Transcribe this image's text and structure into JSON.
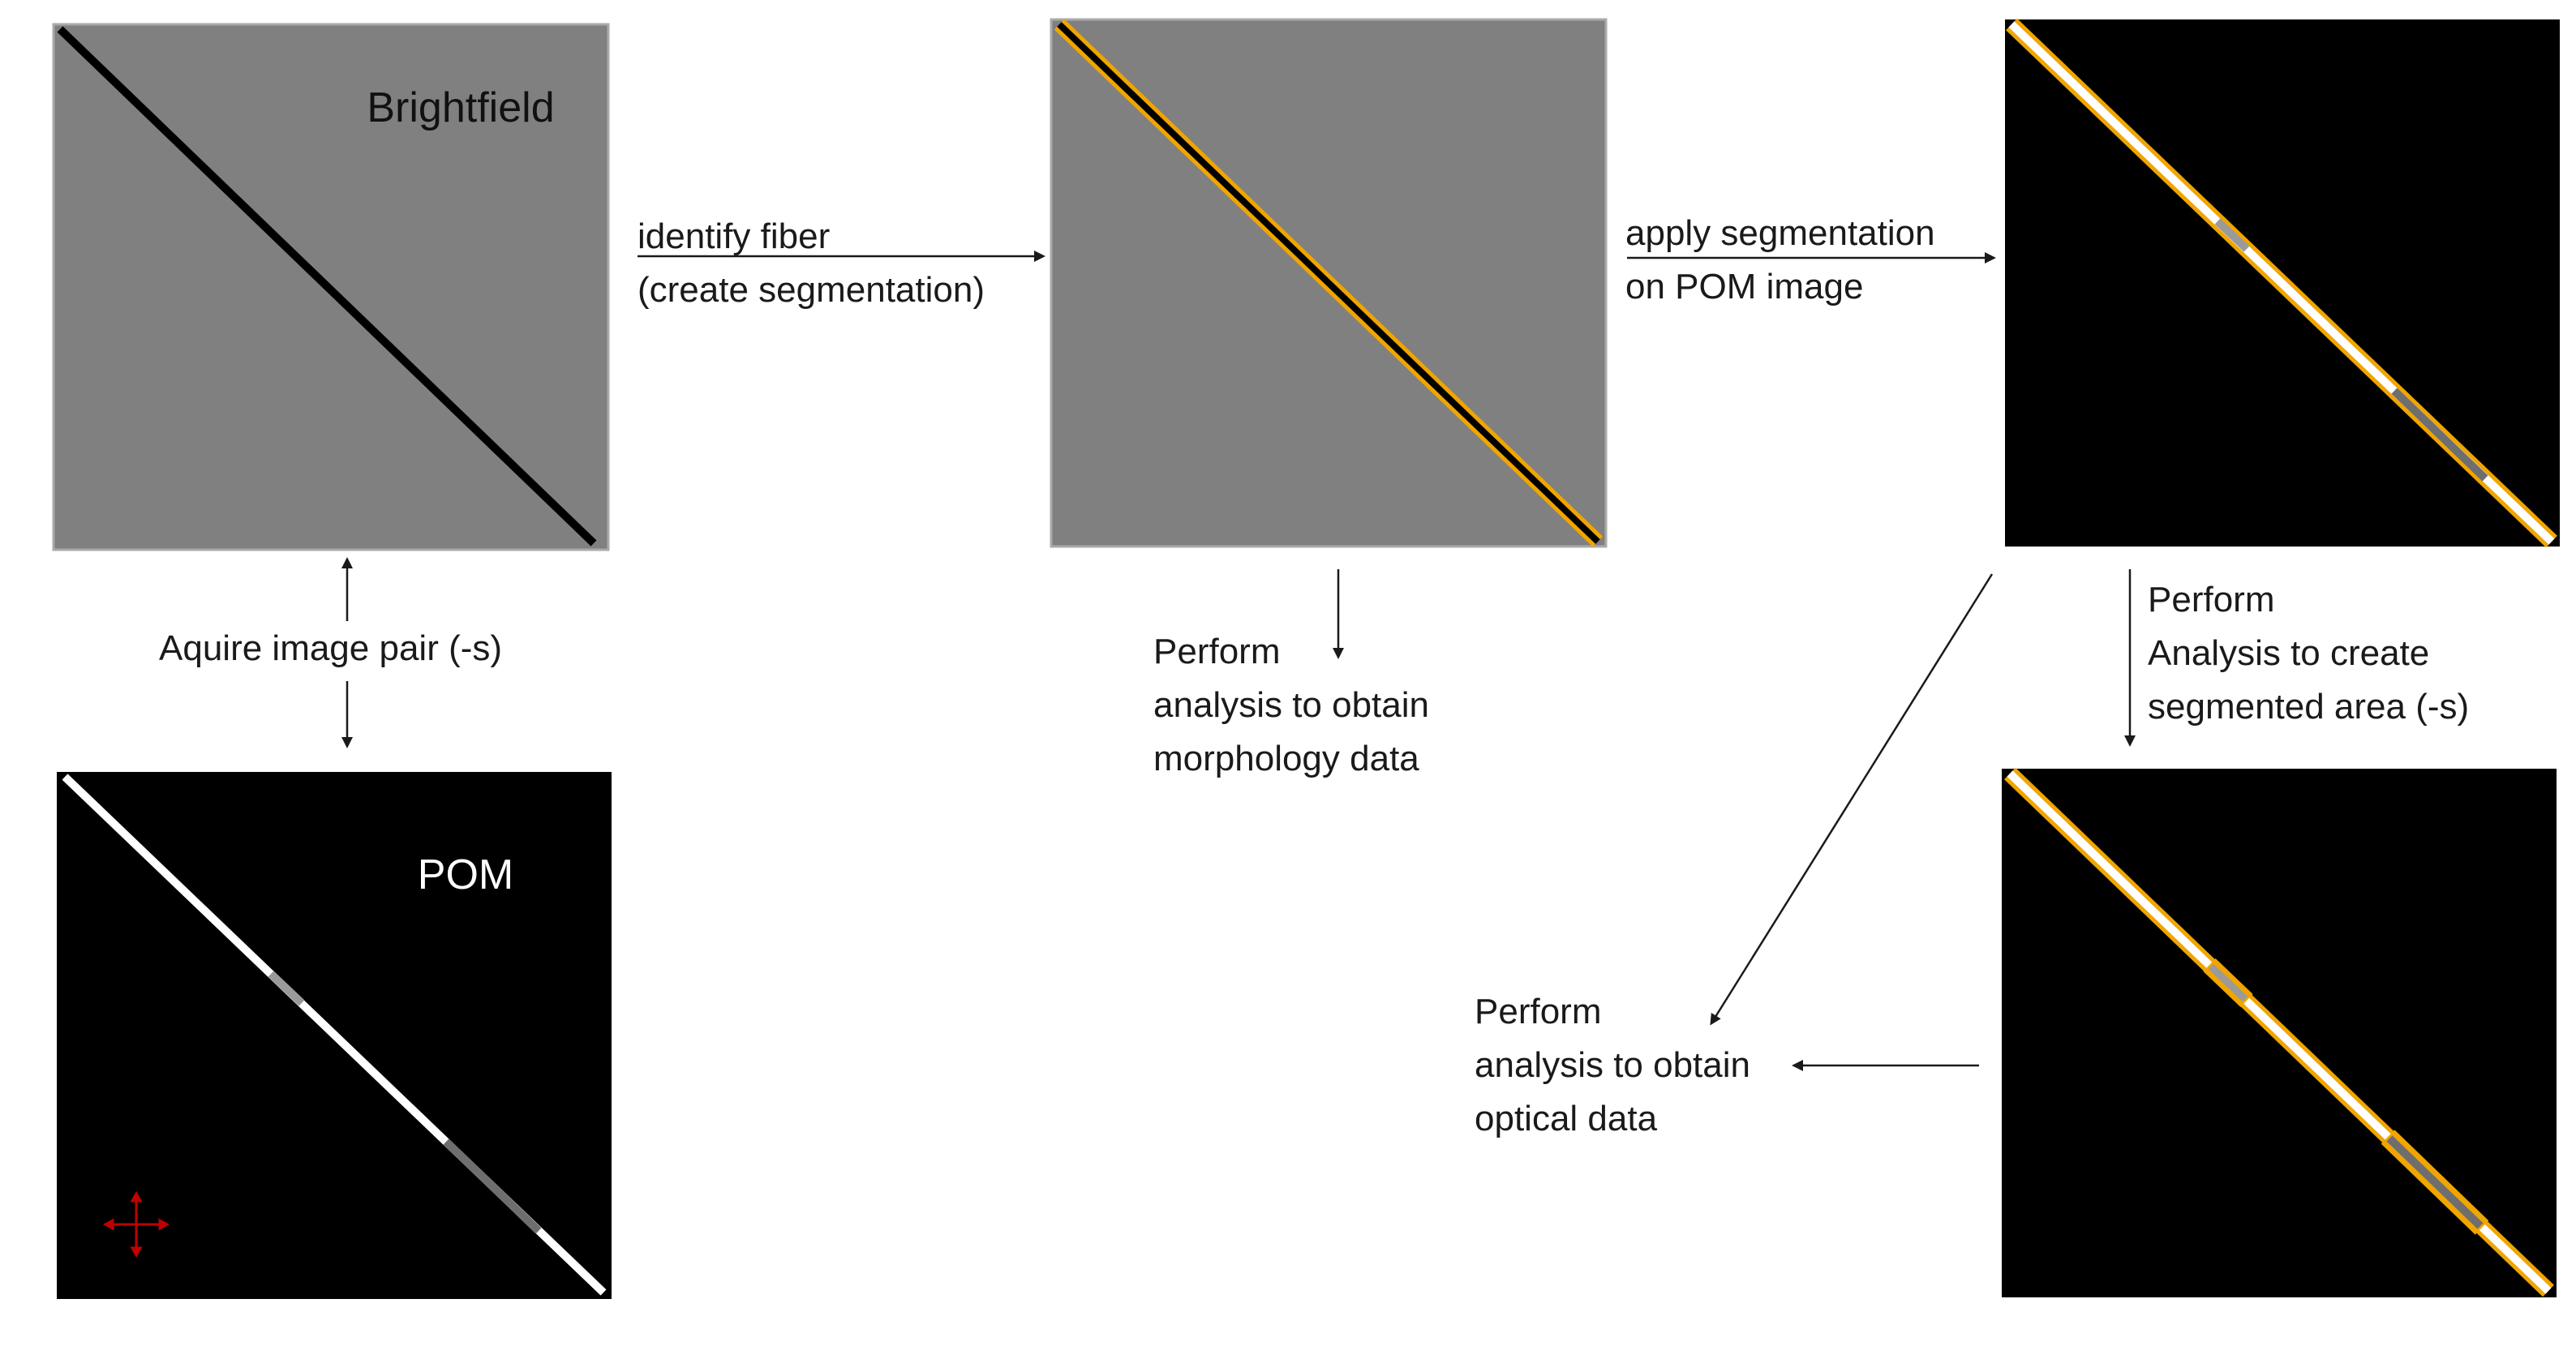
{
  "panels": {
    "brightfield": {
      "title": "Brightfield"
    },
    "pom": {
      "title": "POM"
    }
  },
  "labels": {
    "identify_fiber": [
      "identify fiber",
      "(create segmentation)"
    ],
    "acquire_pair": "Aquire image pair (-s)",
    "apply_segmentation": [
      "apply segmentation",
      "on POM image"
    ],
    "morphology": [
      "Perform",
      "analysis to obtain",
      "morphology data"
    ],
    "segmented_area": [
      "Perform",
      "Analysis to create",
      "segmented area (-s)"
    ],
    "optical": [
      "Perform",
      "analysis to obtain",
      "optical data"
    ]
  },
  "colors": {
    "panel_gray": "#808080",
    "panel_black": "#000000",
    "fiber_dark": "#000000",
    "fiber_bright": "#ffffff",
    "fiber_dim": "#6e6e6e",
    "fiber_mid": "#9a9a9a",
    "segmentation_outline": "#f0a500",
    "cross_marker": "#c00000",
    "text": "#1a1a1a"
  },
  "icons": {
    "polarizer": "red-crosshair-icon"
  }
}
